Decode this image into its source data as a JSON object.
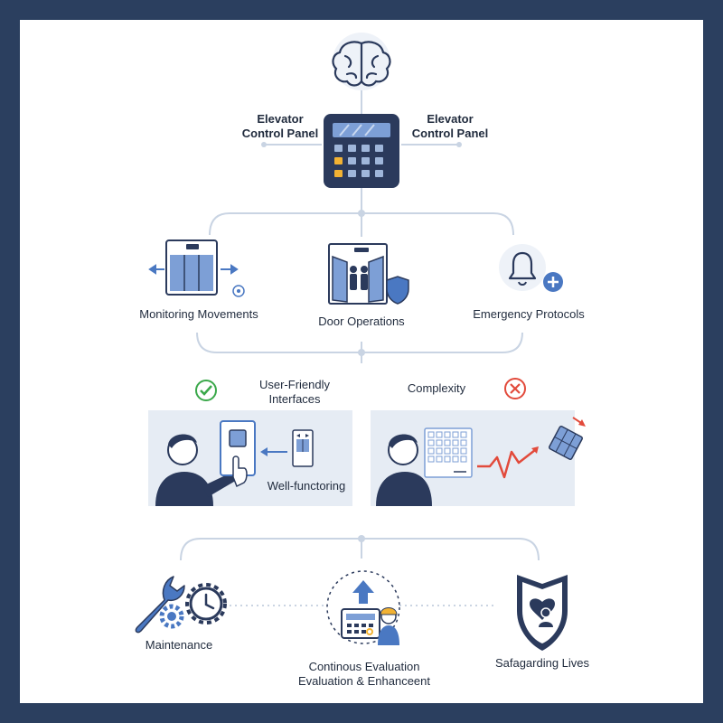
{
  "top": {
    "label_left_line1": "Elevator",
    "label_left_line2": "Control Panel",
    "label_right_line1": "Elevator",
    "label_right_line2": "Control Panel"
  },
  "functions": {
    "monitoring": "Monitoring Movements",
    "doors": "Door Operations",
    "emergency": "Emergency Protocols"
  },
  "compare": {
    "good_line1": "User-Friendly",
    "good_line2": "Interfaces",
    "good_caption": "Well-functoring",
    "bad_title": "Complexity"
  },
  "bottom": {
    "maintenance": "Maintenance",
    "evaluation_line1": "Continous Evaluation",
    "evaluation_line2": "Evaluation & Enhanceent",
    "safeguarding": "Safagarding Lives"
  },
  "colors": {
    "frame": "#2b3f5f",
    "navy": "#2b3a5c",
    "accent_blue": "#4a78c2",
    "light_blue": "#9fb6da",
    "panel_bg": "#e6ecf4",
    "check_green": "#3aa84a",
    "cross_red": "#e24a3b",
    "key_orange": "#f2b233"
  },
  "icons": {
    "top": "brain-icon",
    "panel": "keypad-icon",
    "monitoring": "elevator-car-icon",
    "doors": "elevator-door-icon",
    "emergency": "bell-plus-icon",
    "maintenance": "wrench-gears-icon",
    "evaluation": "upgrade-worker-icon",
    "safeguarding": "heart-shield-icon"
  }
}
